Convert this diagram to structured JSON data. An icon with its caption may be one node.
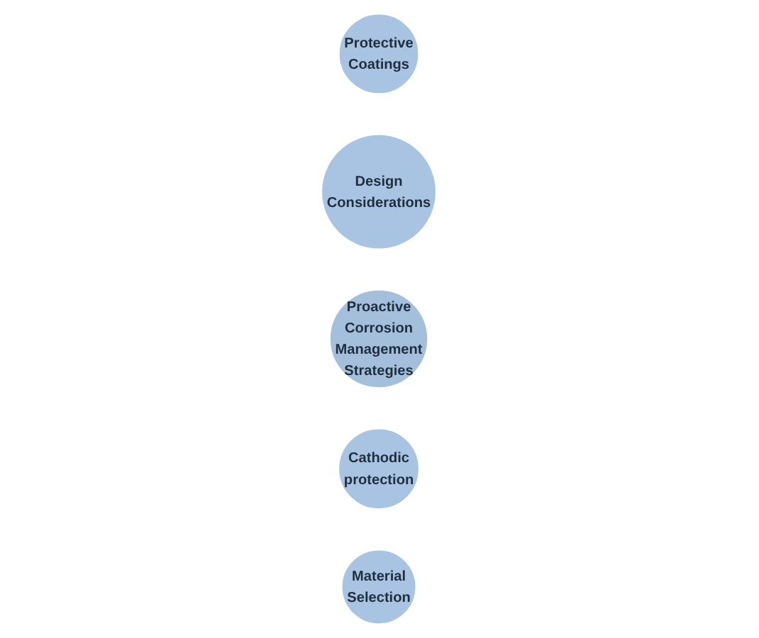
{
  "diagram": {
    "nodes": [
      {
        "text": [
          "Protective Coatings"
        ]
      },
      {
        "text": [
          "Design Considerations"
        ]
      },
      {
        "text": [
          "Proactive Corrosion Management Strategies"
        ]
      },
      {
        "text": [
          "Cathodic protection"
        ]
      },
      {
        "text": [
          "Material Selection"
        ]
      }
    ],
    "edges": []
  }
}
